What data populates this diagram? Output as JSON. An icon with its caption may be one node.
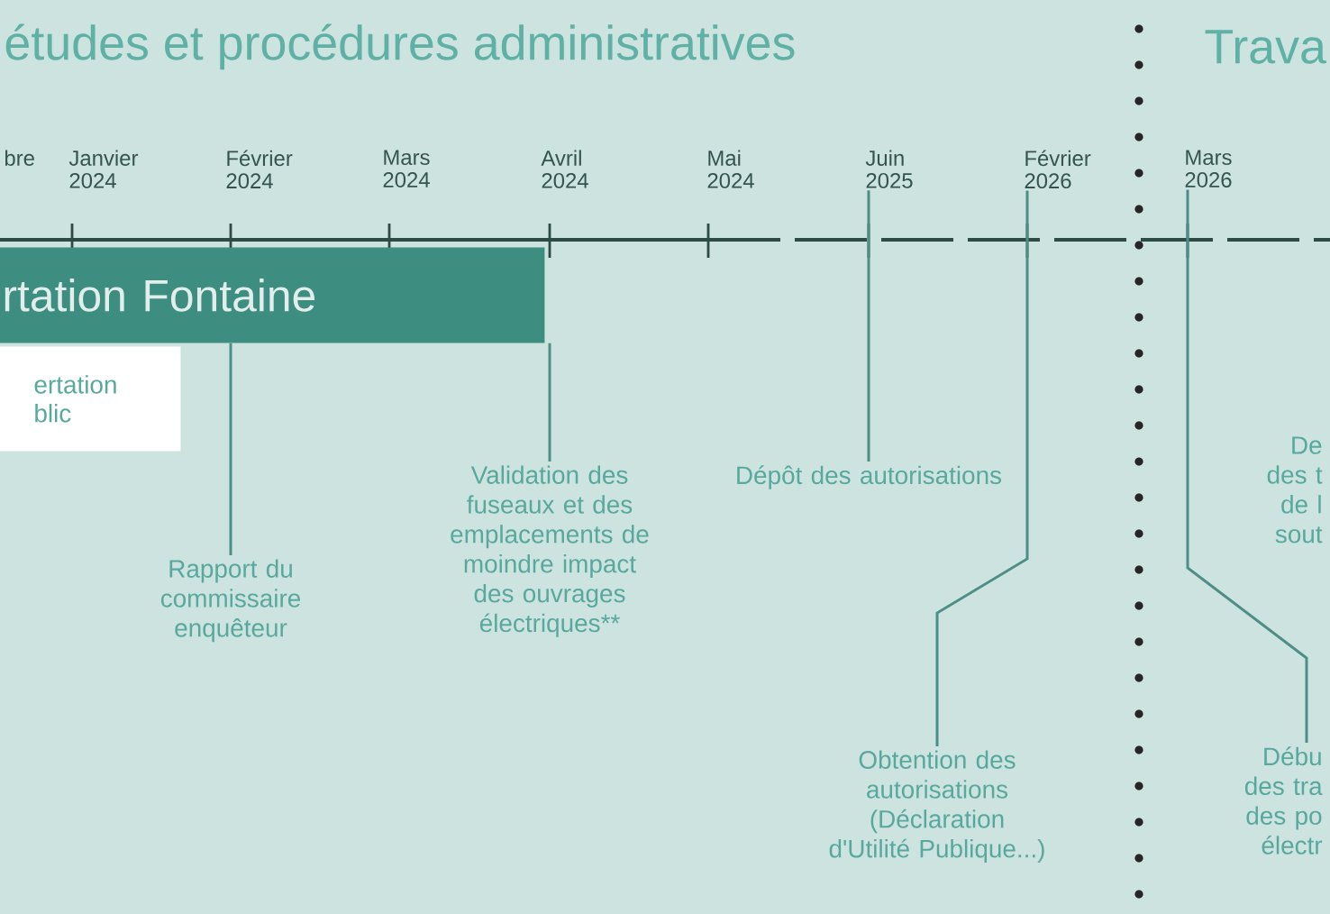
{
  "diagram": {
    "nodes": [
      {
        "text": [
          "bre"
        ]
      },
      {
        "text": [
          "Janvier 2024"
        ]
      },
      {
        "text": [
          "Février 2024"
        ]
      },
      {
        "text": [
          "Mars 2024"
        ]
      },
      {
        "text": [
          "Avril 2024"
        ]
      },
      {
        "text": [
          "Mai 2024"
        ]
      },
      {
        "text": [
          "Juin 2025"
        ]
      },
      {
        "text": [
          "Février 2026"
        ]
      },
      {
        "text": [
          "Mars 2026"
        ]
      },
      {
        "text": [
          "rtation Fontaine"
        ]
      },
      {
        "text": [
          "ertation blic"
        ]
      },
      {
        "text": [
          "Rapport du commissaire enquêteur"
        ]
      },
      {
        "text": [
          "Validation des fuseaux et des emplacements de moindre impact des ouvrages électriques**"
        ]
      },
      {
        "text": [
          "Dépôt des autorisations"
        ]
      },
      {
        "text": [
          "Obtention des autorisations (Déclaration d'Utilité Publique...)"
        ]
      },
      {
        "text": [
          "De des t de l sout"
        ]
      },
      {
        "text": [
          "Débu des tra des po électr"
        ]
      }
    ],
    "edges": [
      {
        "from": 9,
        "to": 11,
        "arrow": "none"
      },
      {
        "from": 9,
        "to": 12,
        "arrow": "none"
      },
      {
        "from": 6,
        "to": 13,
        "arrow": "none"
      },
      {
        "from": 7,
        "to": 14,
        "arrow": "none"
      },
      {
        "from": 8,
        "to": 16,
        "arrow": "none"
      }
    ],
    "labels": [
      "études et procédures administratives",
      "Trava"
    ]
  }
}
